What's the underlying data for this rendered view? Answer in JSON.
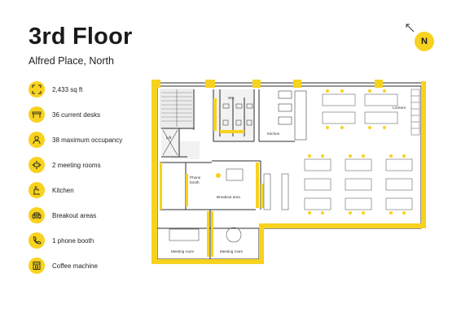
{
  "header": {
    "title": "3rd Floor",
    "subtitle": "Alfred Place, North"
  },
  "compass": {
    "label": "N"
  },
  "features": [
    {
      "icon": "area-icon",
      "label": "2,433 sq ft"
    },
    {
      "icon": "desk-icon",
      "label": "36 current desks"
    },
    {
      "icon": "person-icon",
      "label": "38 maximum occupancy"
    },
    {
      "icon": "meeting-room-icon",
      "label": "2 meeting rooms"
    },
    {
      "icon": "tap-icon",
      "label": "Kitchen"
    },
    {
      "icon": "sofa-icon",
      "label": "Breakout areas"
    },
    {
      "icon": "phone-icon",
      "label": "1 phone booth"
    },
    {
      "icon": "coffee-machine-icon",
      "label": "Coffee machine"
    }
  ],
  "plan": {
    "rooms": {
      "wc": "WC",
      "lockers": "Lockers",
      "kitchen": "Kitchen",
      "lift": "Lift",
      "phone_booth_1": "Phone",
      "phone_booth_2": "booth",
      "breakout": "Breakout area",
      "meeting_left": "Meeting room",
      "meeting_right": "Meeting room"
    }
  },
  "colors": {
    "accent": "#f7d21e",
    "wall": "#2b2b2b",
    "room_fill": "#f3f3f3"
  }
}
